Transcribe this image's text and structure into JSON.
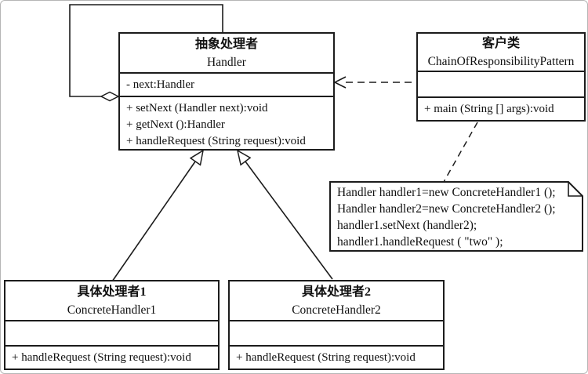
{
  "classes": {
    "handler": {
      "name_cn": "抽象处理者",
      "name_en": "Handler",
      "attributes": [
        "- next:Handler"
      ],
      "methods": [
        "+ setNext (Handler next):void",
        "+ getNext ():Handler",
        "+ handleRequest (String request):void"
      ]
    },
    "client": {
      "name_cn": "客户类",
      "name_en": "ChainOfResponsibilityPattern",
      "methods": [
        "+ main (String [] args):void"
      ]
    },
    "concrete1": {
      "name_cn": "具体处理者1",
      "name_en": "ConcreteHandler1",
      "methods": [
        "+ handleRequest (String request):void"
      ]
    },
    "concrete2": {
      "name_cn": "具体处理者2",
      "name_en": "ConcreteHandler2",
      "methods": [
        "+ handleRequest (String request):void"
      ]
    }
  },
  "note": {
    "lines": [
      "Handler handler1=new ConcreteHandler1 ();",
      "Handler handler2=new ConcreteHandler2 ();",
      "handler1.setNext (handler2);",
      "handler1.handleRequest ( \"two\" );"
    ]
  },
  "colors": {
    "line": "#1c1c1c",
    "background": "#ffffff",
    "text": "#111111"
  }
}
